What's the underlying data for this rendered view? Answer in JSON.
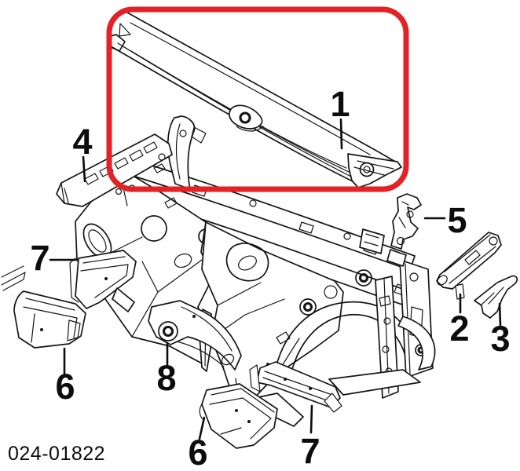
{
  "figure": {
    "code": "024-01822",
    "highlight_color": "#e32228",
    "line_color": "#151515",
    "background_color": "#ffffff",
    "callouts": {
      "n1": "1",
      "n2": "2",
      "n3": "3",
      "n4": "4",
      "n5": "5",
      "n6_left": "6",
      "n6_bottom": "6",
      "n7_left": "7",
      "n7_bottom": "7",
      "n8": "8"
    }
  }
}
